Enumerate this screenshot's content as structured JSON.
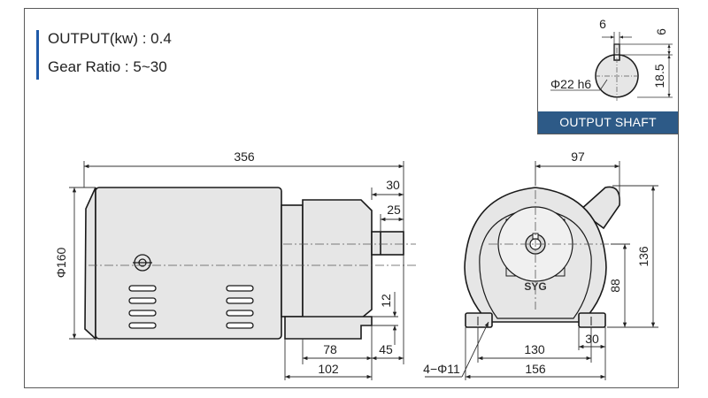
{
  "specs": {
    "output": "OUTPUT(kw) : 0.4",
    "gear_ratio": "Gear Ratio : 5~30"
  },
  "output_shaft": {
    "label": "OUTPUT SHAFT",
    "dims": {
      "key_width": "6",
      "key_depth": "6",
      "shaft_height": "18.5",
      "diameter": "Φ22 h6"
    }
  },
  "side_view": {
    "dims": {
      "overall_length": "356",
      "diameter": "Φ160",
      "shaft_length": "30",
      "key_length": "25",
      "foot_height": "12",
      "foot_to_shaft": "78",
      "foot_length": "102",
      "foot_end": "45"
    }
  },
  "front_view": {
    "brand": "SYG",
    "dims": {
      "width_top": "97",
      "height_total": "136",
      "center_height": "88",
      "foot_gap": "30",
      "hole_pitch": "130",
      "base_width": "156",
      "holes": "4−Φ11"
    }
  },
  "colors": {
    "accent_bar": "#1f5aa8",
    "label_bg": "#2d5a87",
    "body_fill": "#e6e6e6",
    "outline": "#1a1a1a"
  }
}
